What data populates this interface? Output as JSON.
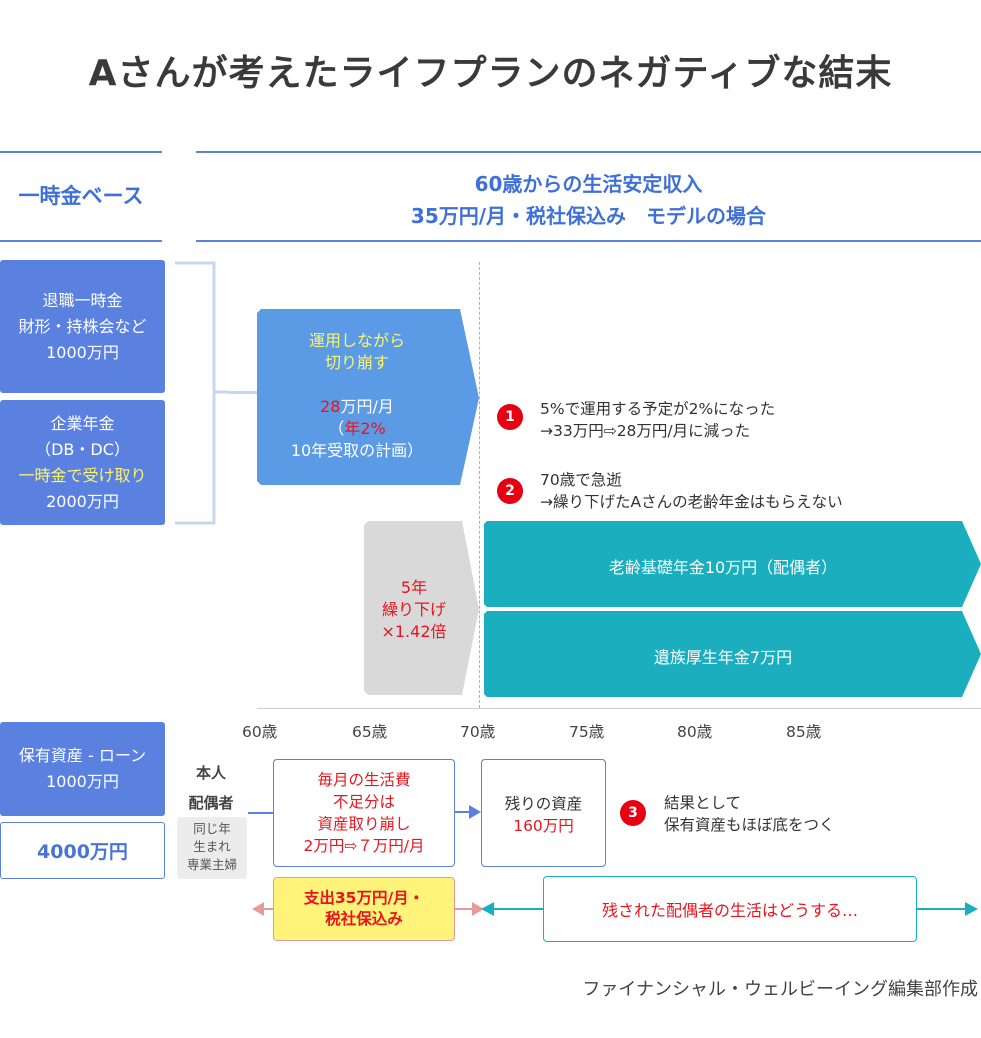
{
  "title": "Aさんが考えたライフプランのネガティブな結末",
  "header": {
    "left": "一時金ベース",
    "right_line1": "60歳からの生活安定収入",
    "right_line2": "35万円/月・税社保込み　モデルの場合"
  },
  "left_boxes": {
    "retire": {
      "l1": "退職一時金",
      "l2": "財形・持株会など",
      "l3": "1000万円"
    },
    "pension": {
      "l1": "企業年金",
      "l2": "（DB・DC）",
      "l3": "一時金で受け取り",
      "l4": "2000万円"
    },
    "assets": {
      "l1": "保有資産 - ローン",
      "l2": "1000万円"
    },
    "total": "4000万円"
  },
  "run_arrow": {
    "l1": "運用しながら",
    "l2": "切り崩す",
    "amount": "28",
    "unit": "万円/月",
    "l4a": "（",
    "l4b": "年2%",
    "l5": "10年受取の計画）"
  },
  "defer_arrow": {
    "l1": "5年",
    "l2": "繰り下げ",
    "l3": "×1.42倍"
  },
  "teal_arrows": {
    "a1": "老齢基礎年金10万円（配偶者）",
    "a2": "遺族厚生年金7万円"
  },
  "notes": {
    "n1": {
      "badge": "1",
      "l1": "5%で運用する予定が2%になった",
      "l2": "→33万円⇨28万円/月に減った"
    },
    "n2": {
      "badge": "2",
      "l1": "70歳で急逝",
      "l2": "→繰り下げたAさんの老齢年金はもらえない"
    },
    "n3": {
      "badge": "3",
      "l1": "結果として",
      "l2": "保有資産もほぼ底をつく"
    }
  },
  "ages": [
    "60歳",
    "65歳",
    "70歳",
    "75歳",
    "80歳",
    "85歳"
  ],
  "people": {
    "self": "本人",
    "spouse": "配偶者",
    "spouse_desc1": "同じ年",
    "spouse_desc2": "生まれ",
    "spouse_desc3": "専業主婦"
  },
  "monthly_box": {
    "l1": "毎月の生活費",
    "l2": "不足分は",
    "l3": "資産取り崩し",
    "l4": "2万円⇨７万円/月"
  },
  "remaining_box": {
    "l1": "残りの資産",
    "l2": "160万円"
  },
  "expense_box": {
    "l1": "支出35万円/月・",
    "l2": "税社保込み"
  },
  "spouse_question": "残された配偶者の生活はどうする…",
  "credit": "ファイナンシャル・ウェルビーイング編集部作成",
  "colors": {
    "blue": "#5a80e0",
    "light_blue_arrow": "#5b9be6",
    "teal": "#1aaebf",
    "gray_arrow": "#d9d9d9",
    "red": "#e8141e",
    "yellow_box": "#fff37a",
    "pink_arrow": "#e89a9a"
  }
}
